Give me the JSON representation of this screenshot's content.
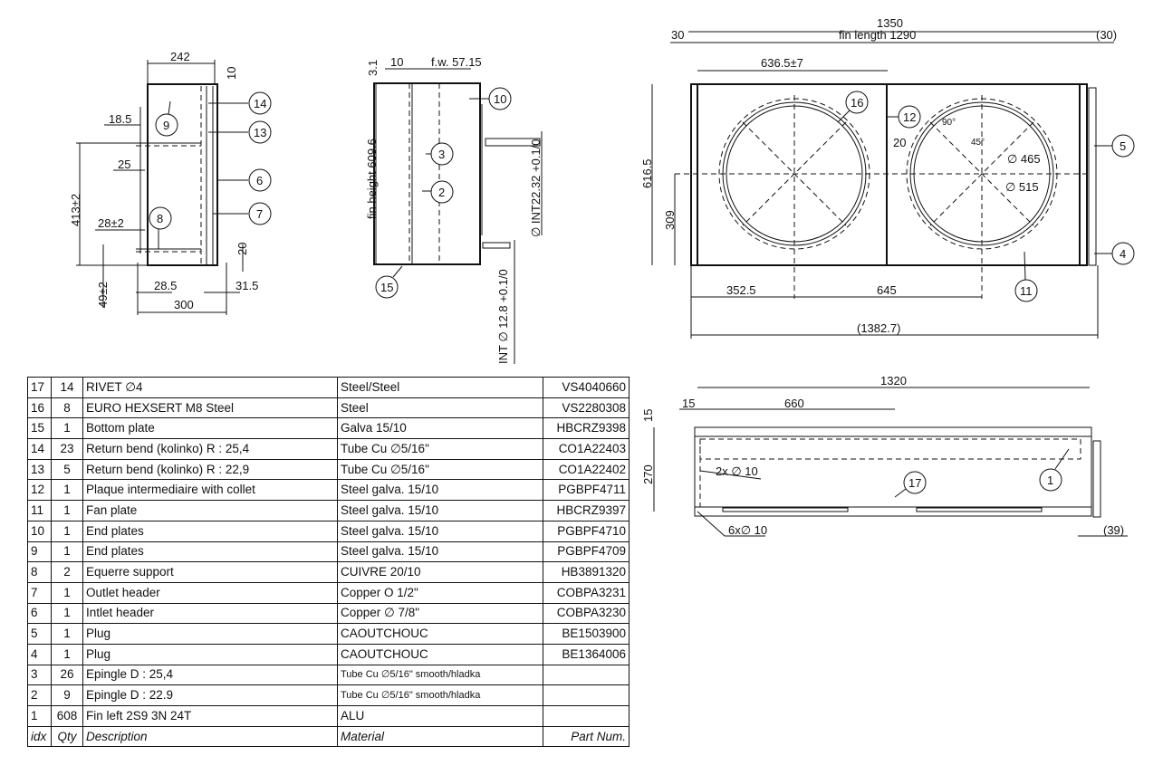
{
  "bom": {
    "rows": [
      {
        "idx": "17",
        "qty": "14",
        "description": "RIVET  ∅4",
        "material": "Steel/Steel",
        "part": "VS4040660"
      },
      {
        "idx": "16",
        "qty": "8",
        "description": "EURO HEXSERT M8 Steel",
        "material": "Steel",
        "part": "VS2280308"
      },
      {
        "idx": "15",
        "qty": "1",
        "description": "Bottom plate",
        "material": "Galva 15/10",
        "part": "HBCRZ9398"
      },
      {
        "idx": "14",
        "qty": "23",
        "description": "Return bend (kolinko) R : 25,4",
        "material": "Tube Cu   ∅5/16\"",
        "part": "CO1A22403"
      },
      {
        "idx": "13",
        "qty": "5",
        "description": "Return bend (kolinko) R : 22,9",
        "material": "Tube Cu   ∅5/16\"",
        "part": "CO1A22402"
      },
      {
        "idx": "12",
        "qty": "1",
        "description": "Plaque intermediaire with collet",
        "material": "Steel galva. 15/10",
        "part": "PGBPF4711"
      },
      {
        "idx": "11",
        "qty": "1",
        "description": "Fan plate",
        "material": "Steel galva. 15/10",
        "part": "HBCRZ9397"
      },
      {
        "idx": "10",
        "qty": "1",
        "description": "End plates",
        "material": "Steel galva. 15/10",
        "part": "PGBPF4710"
      },
      {
        "idx": "9",
        "qty": "1",
        "description": "End plates",
        "material": "Steel galva. 15/10",
        "part": "PGBPF4709"
      },
      {
        "idx": "8",
        "qty": "2",
        "description": "Equerre support",
        "material": "CUIVRE 20/10",
        "part": "HB3891320"
      },
      {
        "idx": "7",
        "qty": "1",
        "description": "Outlet header",
        "material": "Copper O 1/2\"",
        "part": "COBPA3231"
      },
      {
        "idx": "6",
        "qty": "1",
        "description": "Intlet header",
        "material": "Copper  ∅ 7/8\"",
        "part": "COBPA3230"
      },
      {
        "idx": "5",
        "qty": "1",
        "description": "Plug",
        "material": "CAOUTCHOUC",
        "part": "BE1503900"
      },
      {
        "idx": "4",
        "qty": "1",
        "description": "Plug",
        "material": "CAOUTCHOUC",
        "part": "BE1364006"
      },
      {
        "idx": "3",
        "qty": "26",
        "description": "Epingle D : 25,4",
        "material": "Tube Cu   ∅5/16\"  smooth/hladka",
        "part": ""
      },
      {
        "idx": "2",
        "qty": "9",
        "description": "Epingle D : 22.9",
        "material": "Tube Cu   ∅5/16\"  smooth/hladka",
        "part": ""
      },
      {
        "idx": "1",
        "qty": "608",
        "description": "Fin left 2S9 3N 24T",
        "material": "ALU",
        "part": ""
      }
    ],
    "header": {
      "idx": "idx",
      "qty": "Qty",
      "description": "Description",
      "material": "Material",
      "part": "Part Num."
    }
  },
  "side_view": {
    "dims": {
      "width_242": "242",
      "top_10": "10",
      "d_18_5": "18.5",
      "d_25": "25",
      "d_28": "28±2",
      "d_413": "413±2",
      "d_49": "49±2",
      "d_28_5": "28.5",
      "d_31_5": "31.5",
      "d_300": "300",
      "d_20": "20"
    },
    "balloons": {
      "b14": "14",
      "b13": "13",
      "b6": "6",
      "b7": "7",
      "b9": "9",
      "b8": "8"
    }
  },
  "section_view": {
    "dims": {
      "d_3_1": "3.1",
      "d_10": "10",
      "fin_width": "f.w. 57.15",
      "fin_height": "fin height 609.6",
      "int_22": "∅ INT22.32 +0.1/0",
      "int_12": "INT  ∅ 12.8 +0.1/0"
    },
    "balloons": {
      "b10": "10",
      "b3": "3",
      "b2": "2",
      "b15": "15"
    }
  },
  "front_view": {
    "dims": {
      "overall": "1350",
      "fin_length": "fin length 1290",
      "left_30": "30",
      "right_30": "(30)",
      "d_636": "636.5±7",
      "height": "616.5",
      "d_309": "309",
      "d_352": "352.5",
      "d_645": "645",
      "total": "(1382.7)",
      "angle_90": "90°",
      "angle_45": "45°",
      "dia_465": "∅ 465",
      "dia_515": "∅ 515",
      "d_20": "20"
    },
    "balloons": {
      "b16": "16",
      "b12": "12",
      "b5": "5",
      "b4": "4",
      "b11": "11"
    }
  },
  "bottom_view": {
    "dims": {
      "d_1320": "1320",
      "d_15": "15",
      "d_660": "660",
      "d_15v": "15",
      "d_270": "270",
      "holes_2": "2x  ∅ 10",
      "holes_6": "6x∅ 10",
      "d_39": "(39)"
    },
    "balloons": {
      "b17": "17",
      "b1": "1"
    }
  }
}
